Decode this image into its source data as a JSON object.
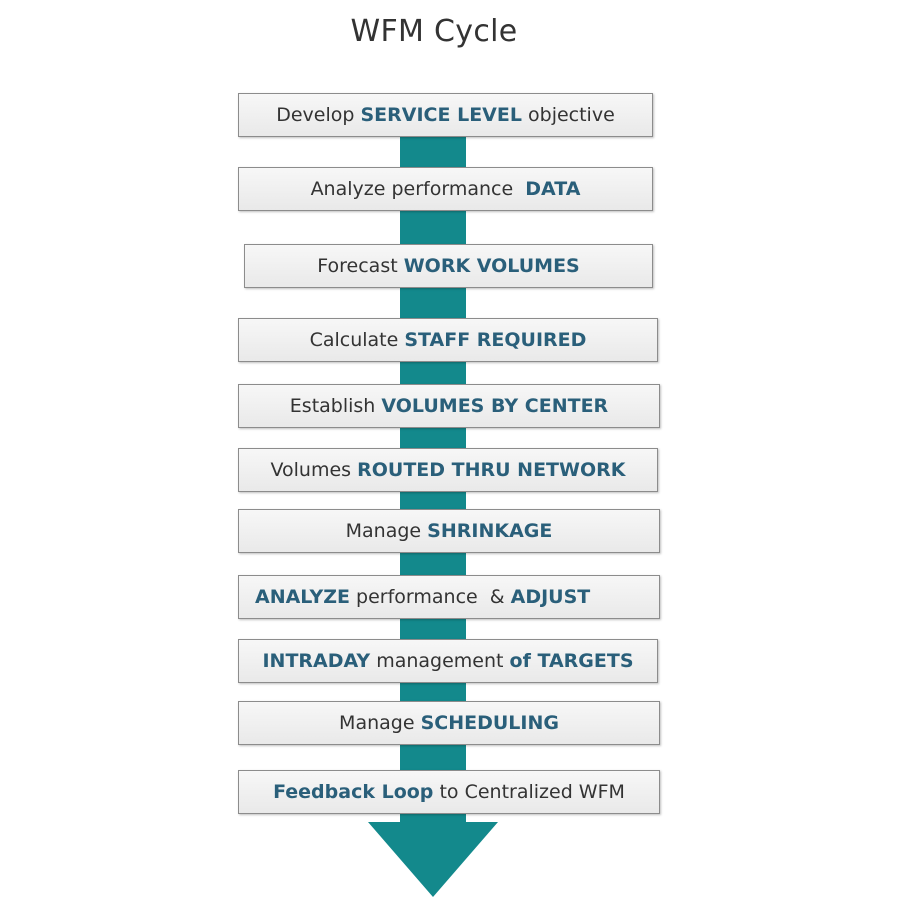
{
  "title": "WFM Cycle",
  "colors": {
    "arrow": "#13898c",
    "keyword": "#2a5f7a",
    "box_fill": "#f0f0f0",
    "box_border": "#8c8c8c",
    "text": "#333333"
  },
  "steps": [
    {
      "pre": "Develop ",
      "key1": "SERVICE LEVEL",
      "mid": " objective",
      "key2": ""
    },
    {
      "pre": "Analyze performance  ",
      "key1": "DATA",
      "mid": "",
      "key2": ""
    },
    {
      "pre": "Forecast ",
      "key1": "WORK VOLUMES",
      "mid": "",
      "key2": ""
    },
    {
      "pre": "Calculate ",
      "key1": "STAFF REQUIRED",
      "mid": "",
      "key2": ""
    },
    {
      "pre": "Establish ",
      "key1": "VOLUMES BY CENTER",
      "mid": "",
      "key2": ""
    },
    {
      "pre": "Volumes ",
      "key1": "ROUTED THRU NETWORK",
      "mid": "",
      "key2": ""
    },
    {
      "pre": "Manage ",
      "key1": "SHRINKAGE",
      "mid": "",
      "key2": ""
    },
    {
      "pre": "",
      "key1": "ANALYZE",
      "mid": " performance  & ",
      "key2": "ADJUST"
    },
    {
      "pre": "",
      "key1": "INTRADAY",
      "mid": " management ",
      "key2": "of TARGETS"
    },
    {
      "pre": "Manage ",
      "key1": "SCHEDULING",
      "mid": "",
      "key2": ""
    },
    {
      "pre": "",
      "key1": "Feedback Loop",
      "mid": " to Centralized WFM",
      "key2": ""
    }
  ]
}
